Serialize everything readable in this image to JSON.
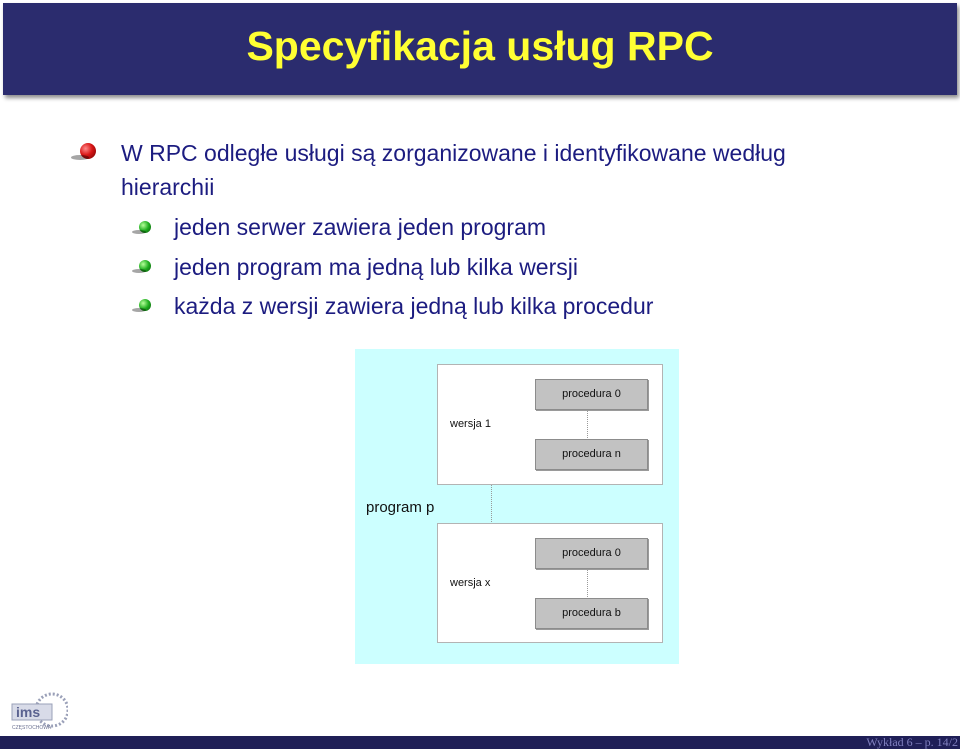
{
  "slide": {
    "title": "Specyfikacja usług RPC"
  },
  "bullets": {
    "main_line1": "W RPC odległe usługi są zorganizowane i identyfikowane według",
    "main_line2": "hierarchii",
    "sub": [
      "jeden serwer zawiera jeden program",
      "jeden program ma jedną lub kilka wersji",
      "każda z wersji zawiera jedną lub kilka procedur"
    ]
  },
  "diagram": {
    "program_label": "program p",
    "versions": [
      {
        "label": "wersja 1",
        "procedures": [
          "procedura 0",
          "procedura n"
        ]
      },
      {
        "label": "wersja x",
        "procedures": [
          "procedura 0",
          "procedura b"
        ]
      }
    ]
  },
  "logo": {
    "text": "ims",
    "caption": "CZĘSTOCHOWA"
  },
  "footer": {
    "text": "Wykład 6 – p. 14/2"
  },
  "colors": {
    "title_bg": "#2b2c6e",
    "title_fg": "#ffff33",
    "body_text": "#1c1c80",
    "diagram_bg": "#ccffff"
  }
}
